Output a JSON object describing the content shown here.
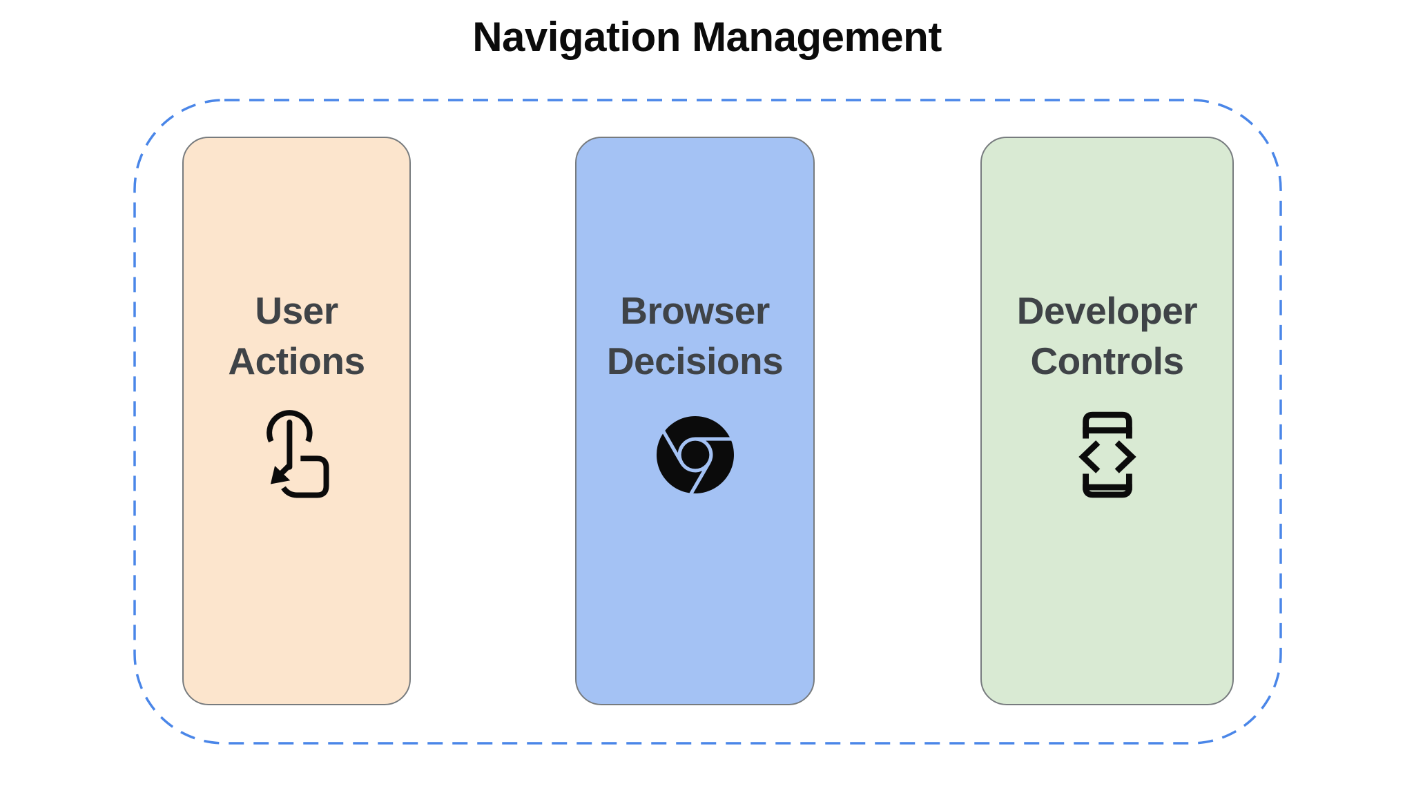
{
  "title": "Navigation Management",
  "colors": {
    "title": "#0b0b0b",
    "card_text": "#3f4347",
    "icon": "#0b0b0b",
    "dashed_border": "#4a86e8",
    "card_border": "#777b7e"
  },
  "cards": [
    {
      "id": "user-actions",
      "line1": "User",
      "line2": "Actions",
      "label": "User Actions",
      "bg": "#fce5cd",
      "icon": "tap-gesture-icon"
    },
    {
      "id": "browser-decisions",
      "line1": "Browser",
      "line2": "Decisions",
      "label": "Browser Decisions",
      "bg": "#a4c2f4",
      "icon": "chrome-browser-icon"
    },
    {
      "id": "developer-controls",
      "line1": "Developer",
      "line2": "Controls",
      "label": "Developer Controls",
      "bg": "#d9ead3",
      "icon": "developer-mode-icon"
    }
  ]
}
